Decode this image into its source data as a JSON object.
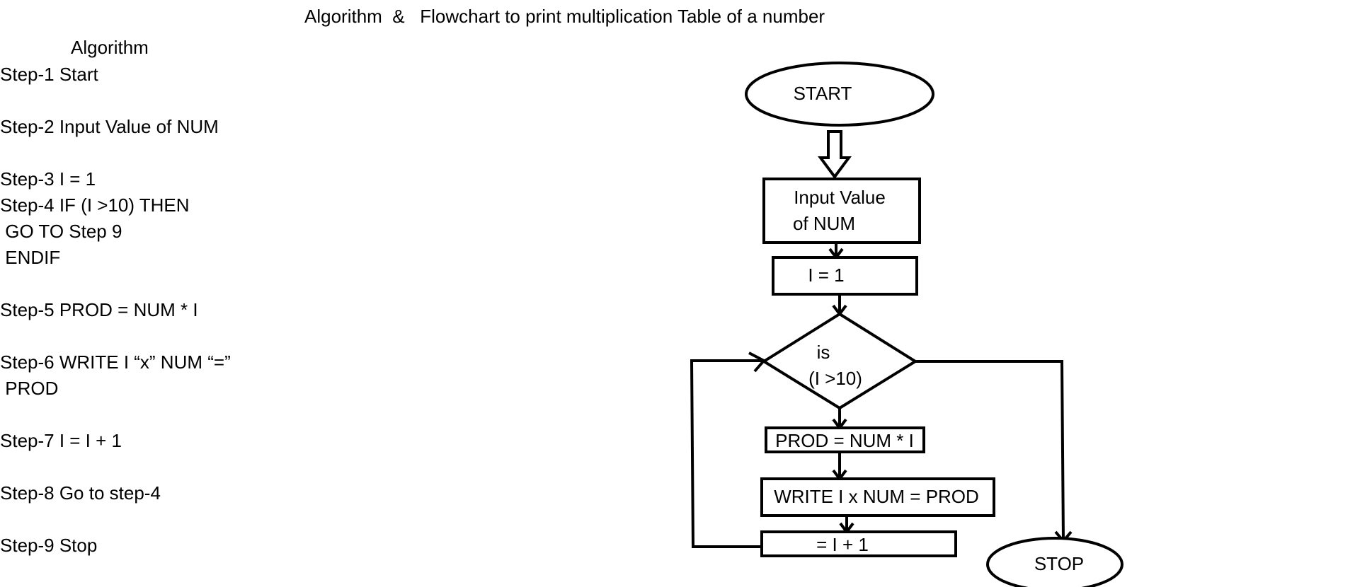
{
  "title": "Algorithm  &   Flowchart to print multiplication Table of a number",
  "algorithm": {
    "heading": "Algorithm",
    "lines": [
      "Step-1 Start",
      "Step-2 Input Value of NUM",
      "Step-3 I = 1",
      "Step-4 IF (I >10) THEN",
      " GO TO Step 9",
      " ENDIF",
      "Step-5 PROD = NUM * I",
      "Step-6 WRITE I “x” NUM “=”",
      " PROD",
      "Step-7 I = I + 1",
      "Step-8 Go to step-4",
      "Step-9 Stop"
    ]
  },
  "flowchart": {
    "start": "START",
    "input_line1": "Input Value",
    "input_line2": "of NUM",
    "init": "I = 1",
    "decision_line1": "is",
    "decision_line2": "(I >10)",
    "prod": "PROD = NUM * I",
    "write": "WRITE I x NUM = PROD",
    "increment": "= I + 1",
    "stop": "STOP"
  }
}
